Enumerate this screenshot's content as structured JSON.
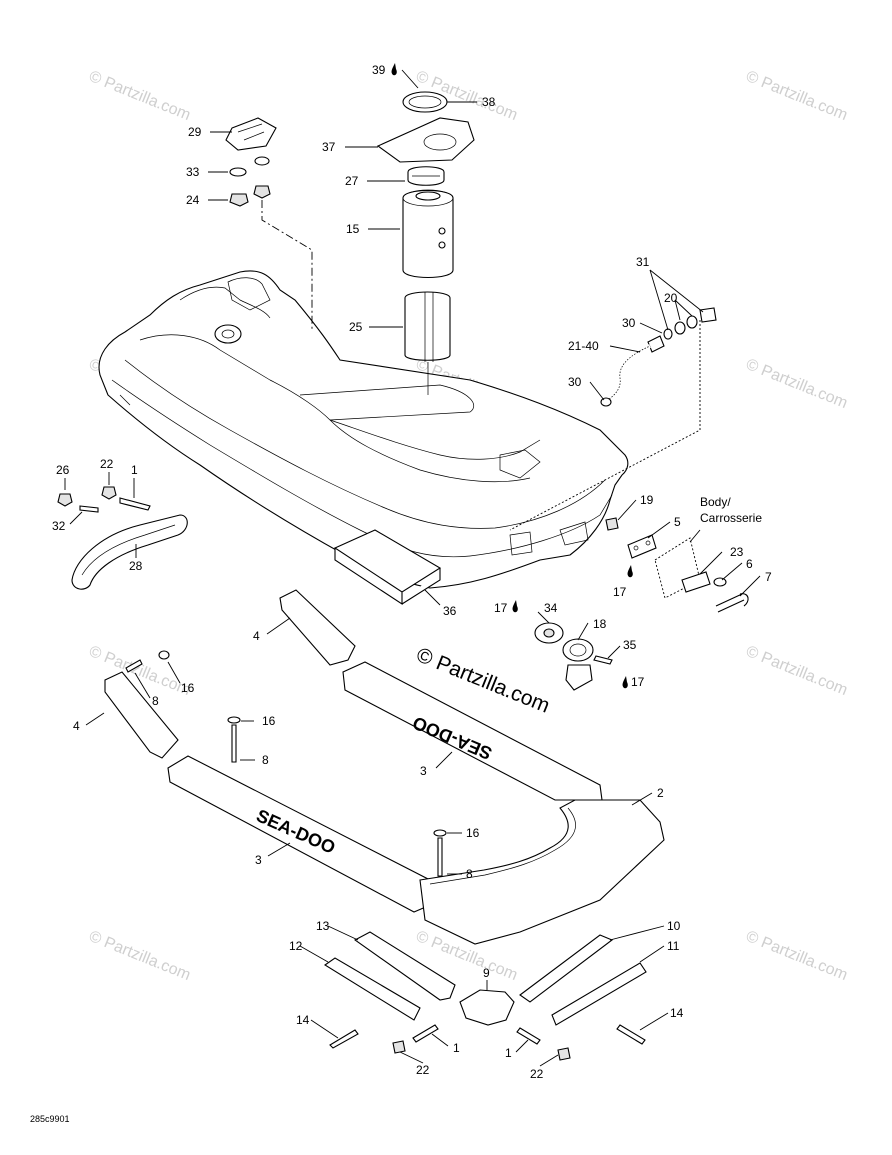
{
  "watermark": "© Partzilla.com",
  "brand_watermark": "© Partzilla.com",
  "drawing_number": "285c9901",
  "body_label": {
    "line1": "Body/",
    "line2": "Carrosserie"
  },
  "logo_text": "SEA-DOO",
  "callouts": {
    "n39": "39",
    "n38": "38",
    "n37": "37",
    "n27": "27",
    "n15": "15",
    "n25": "25",
    "n29": "29",
    "n33": "33",
    "n24": "24",
    "n31": "31",
    "n20": "20",
    "n30a": "30",
    "n2140": "21-40",
    "n30b": "30",
    "n26": "26",
    "n22a": "22",
    "n1a": "1",
    "n32": "32",
    "n28": "28",
    "n19": "19",
    "n5": "5",
    "n17a": "17",
    "n23": "23",
    "n6": "6",
    "n7": "7",
    "n36": "36",
    "n17b": "17",
    "n34": "34",
    "n18": "18",
    "n35": "35",
    "n17c": "17",
    "n4a": "4",
    "n16a": "16",
    "n8a": "8",
    "n4b": "4",
    "n16b": "16",
    "n8b": "8",
    "n3a": "3",
    "n3b": "3",
    "n2": "2",
    "n16c": "16",
    "n8c": "8",
    "n13": "13",
    "n10": "10",
    "n12": "12",
    "n11": "11",
    "n9": "9",
    "n14a": "14",
    "n1b": "1",
    "n1c": "1",
    "n14b": "14",
    "n22b": "22",
    "n22c": "22"
  }
}
